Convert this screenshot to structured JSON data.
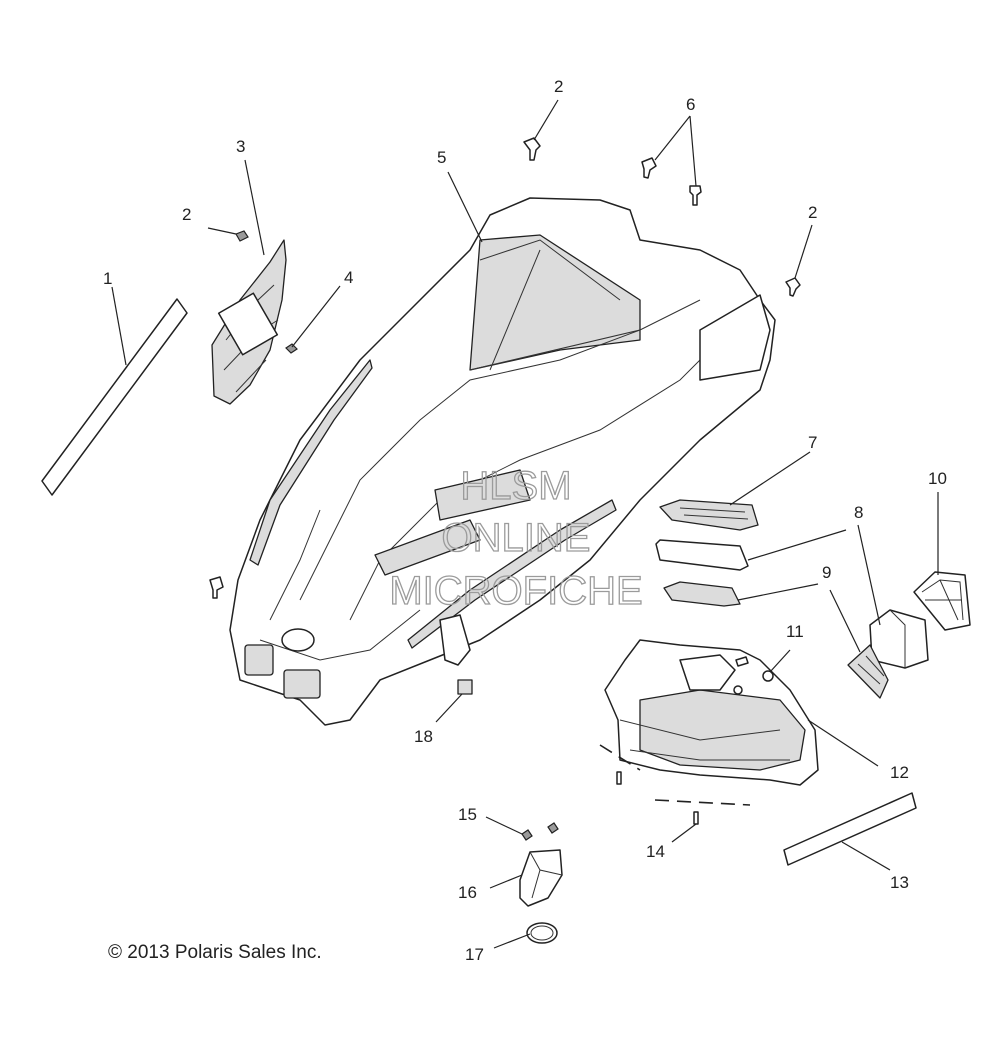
{
  "copyright": "© 2013 Polaris Sales Inc.",
  "watermark": {
    "line1": "HLSM",
    "line2": "ONLINE",
    "line3": "MICROFICHE"
  },
  "callouts": {
    "c1": "1",
    "c2a": "2",
    "c2b": "2",
    "c2c": "2",
    "c3": "3",
    "c4": "4",
    "c5": "5",
    "c6": "6",
    "c7": "7",
    "c8": "8",
    "c9": "9",
    "c10": "10",
    "c11": "11",
    "c12": "12",
    "c13": "13",
    "c14": "14",
    "c15": "15",
    "c16": "16",
    "c17": "17",
    "c18": "18"
  },
  "colors": {
    "line": "#222222",
    "shade": "#dcdcdc",
    "watermark": "#9b9b9b"
  }
}
